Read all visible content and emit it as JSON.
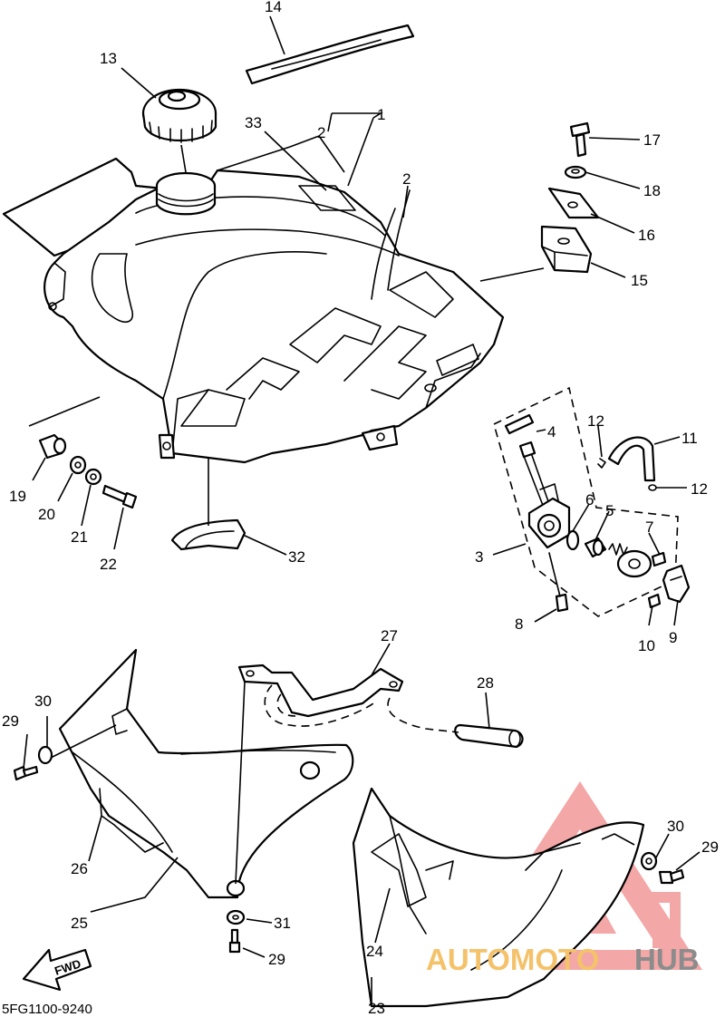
{
  "diagram": {
    "code": "5FG1100-9240",
    "fwd_label": "FWD",
    "labels": [
      {
        "id": "1",
        "text": "1"
      },
      {
        "id": "2a",
        "text": "2"
      },
      {
        "id": "2b",
        "text": "2"
      },
      {
        "id": "3",
        "text": "3"
      },
      {
        "id": "4",
        "text": "4"
      },
      {
        "id": "5",
        "text": "5"
      },
      {
        "id": "6",
        "text": "6"
      },
      {
        "id": "7",
        "text": "7"
      },
      {
        "id": "8",
        "text": "8"
      },
      {
        "id": "9",
        "text": "9"
      },
      {
        "id": "10",
        "text": "10"
      },
      {
        "id": "11",
        "text": "11"
      },
      {
        "id": "12a",
        "text": "12"
      },
      {
        "id": "12b",
        "text": "12"
      },
      {
        "id": "13",
        "text": "13"
      },
      {
        "id": "14",
        "text": "14"
      },
      {
        "id": "15",
        "text": "15"
      },
      {
        "id": "16",
        "text": "16"
      },
      {
        "id": "17",
        "text": "17"
      },
      {
        "id": "18",
        "text": "18"
      },
      {
        "id": "19",
        "text": "19"
      },
      {
        "id": "20",
        "text": "20"
      },
      {
        "id": "21",
        "text": "21"
      },
      {
        "id": "22",
        "text": "22"
      },
      {
        "id": "23",
        "text": "23"
      },
      {
        "id": "24",
        "text": "24"
      },
      {
        "id": "25",
        "text": "25"
      },
      {
        "id": "26",
        "text": "26"
      },
      {
        "id": "27",
        "text": "27"
      },
      {
        "id": "28",
        "text": "28"
      },
      {
        "id": "29a",
        "text": "29"
      },
      {
        "id": "29b",
        "text": "29"
      },
      {
        "id": "29c",
        "text": "29"
      },
      {
        "id": "30a",
        "text": "30"
      },
      {
        "id": "30b",
        "text": "30"
      },
      {
        "id": "31",
        "text": "31"
      },
      {
        "id": "32",
        "text": "32"
      },
      {
        "id": "33",
        "text": "33"
      }
    ]
  },
  "watermark": {
    "part1": "AUTOMOTO",
    "part2": "HUB",
    "color_primary": "#f08a8a",
    "color_text1": "#f4c26a",
    "color_text2": "#8c8c8c"
  }
}
